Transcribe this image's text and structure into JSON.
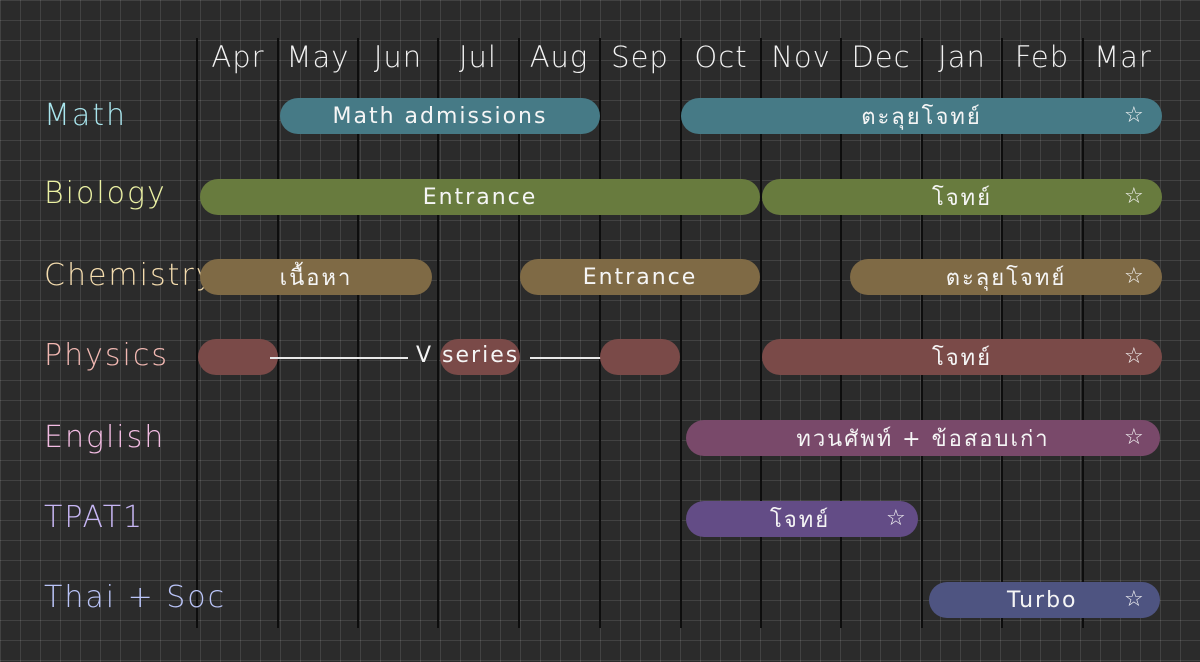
{
  "months": [
    "Apr",
    "May",
    "Jun",
    "Jul",
    "Aug",
    "Sep",
    "Oct",
    "Nov",
    "Dec",
    "Jan",
    "Feb",
    "Mar"
  ],
  "colors": {
    "math": "#467a86",
    "biology": "#687b3e",
    "chemistry": "#7f6a45",
    "physics": "#7a4a48",
    "english": "#79496a",
    "tpat1": "#634c86",
    "thaisoc": "#4e5481"
  },
  "subjects": [
    {
      "id": "math",
      "label": "Math",
      "color": "#a9e6ee"
    },
    {
      "id": "biology",
      "label": "Biology",
      "color": "#ecf2a4"
    },
    {
      "id": "chemistry",
      "label": "Chemistry",
      "color": "#f4dcae"
    },
    {
      "id": "physics",
      "label": "Physics",
      "color": "#f2b8b2"
    },
    {
      "id": "english",
      "label": "English",
      "color": "#f4bde4"
    },
    {
      "id": "tpat1",
      "label": "TPAT1",
      "color": "#c7b6f4"
    },
    {
      "id": "thaisoc",
      "label": "Thai + Soc",
      "color": "#bac4f8"
    }
  ],
  "bars": {
    "math_1": "Math admissions",
    "math_2": "ตะลุยโจทย์",
    "biology_1": "Entrance",
    "biology_2": "โจทย์",
    "chemistry_1": "เนื้อหา",
    "chemistry_2": "Entrance",
    "chemistry_3": "ตะลุยโจทย์",
    "physics_series": "V series",
    "physics_4": "โจทย์",
    "english_1": "ทวนศัพท์ + ข้อสอบเก่า",
    "tpat1_1": "โจทย์",
    "thaisoc_1": "Turbo"
  },
  "star_glyph": "☆"
}
